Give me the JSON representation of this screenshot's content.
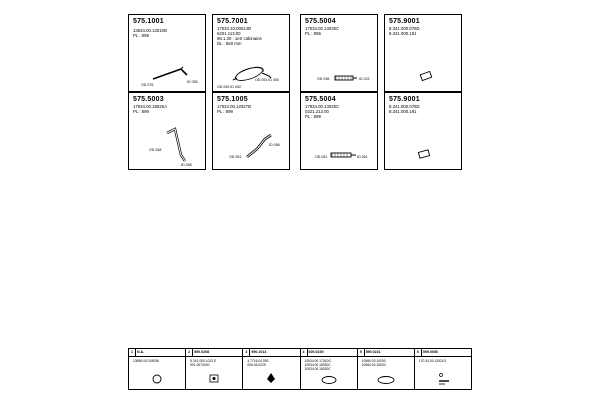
{
  "cards": [
    {
      "part_no": "575.1001",
      "lines": [
        "13634.00.13010B",
        "PL : 899"
      ],
      "labels": [
        "OD 076",
        "ID 055"
      ]
    },
    {
      "part_no": "575.7001",
      "lines": [
        "17534.10.00014B",
        "6201.113.00",
        "88.1.30 : 1etr  cabinaine",
        "DL : 650 mm"
      ],
      "labels": [
        "OD 053  ID 052",
        "OD 051  ID 050"
      ]
    },
    {
      "part_no": "575.5004",
      "lines": [
        "17534.00.13025C",
        "PL : 896"
      ],
      "labels": [
        "OD 036",
        "ID 022"
      ]
    },
    {
      "part_no": "575.9001",
      "lines": [
        "8.341.000.076D",
        "8.341.000.191"
      ],
      "labels": []
    },
    {
      "part_no": "575.5003",
      "lines": [
        "17934.00.18025A",
        "PL : 899"
      ],
      "labels": [
        "OD 048",
        "ID 058"
      ]
    },
    {
      "part_no": "575.1005",
      "lines": [
        "17534.00.12027B",
        "PL : 899"
      ],
      "labels": [
        "OD 051",
        "ID 058"
      ]
    },
    {
      "part_no": "575.5004",
      "lines": [
        "17934.00.13025C",
        "0221.213.00",
        "PL : 899"
      ],
      "labels": [
        "OD 051",
        "ID 051"
      ]
    },
    {
      "part_no": "575.9001",
      "lines": [
        "8.341.000.076D",
        "8.341.000.191"
      ],
      "labels": []
    }
  ],
  "strip": [
    {
      "num": "1",
      "part_no": "N.A.",
      "lines": [
        "13656.00.018056"
      ]
    },
    {
      "num": "2",
      "part_no": "590.0208",
      "lines": [
        "8.341.000.1012 E",
        "901.0070040"
      ]
    },
    {
      "num": "3",
      "part_no": "590.1014",
      "lines": [
        "4.7716.04.050",
        "006.46.0225"
      ]
    },
    {
      "num": "4",
      "part_no": "600.0239",
      "lines": [
        "10534.00.17010G",
        "10534.00.18030C",
        "10534.00.18030C"
      ]
    },
    {
      "num": "5",
      "part_no": "590.0221",
      "lines": [
        "10584.03.10030",
        "10584.03.18030"
      ]
    },
    {
      "num": "6",
      "part_no": "599.0056",
      "lines": [
        "170.34.00.12621G"
      ]
    }
  ]
}
